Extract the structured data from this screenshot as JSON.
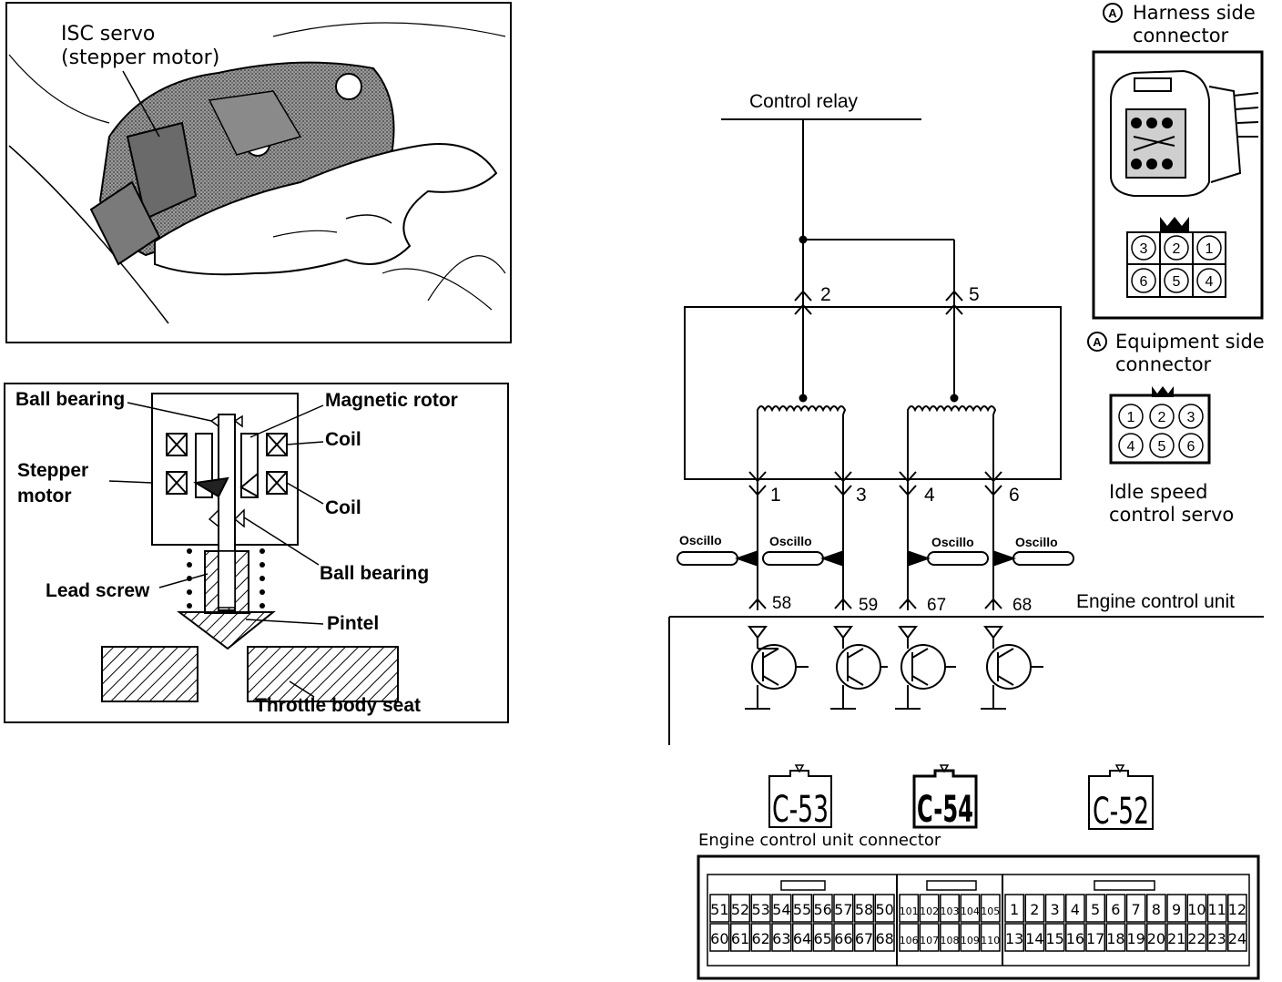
{
  "photo_panel": {
    "callout": "ISC servo",
    "callout_sub": "(stepper motor)"
  },
  "cutaway_panel": {
    "labels": {
      "ball_bearing_top": "Ball bearing",
      "magnetic_rotor": "Magnetic rotor",
      "coil_upper": "Coil",
      "stepper_motor_line1": "Stepper",
      "stepper_motor_line2": "motor",
      "coil_lower": "Coil",
      "ball_bearing_bottom": "Ball bearing",
      "lead_screw": "Lead screw",
      "pintel": "Pintel",
      "throttle_body_seat": "Throttle body seat"
    }
  },
  "wiring": {
    "control_relay": "Control relay",
    "servo_pins": [
      "2",
      "5",
      "1",
      "3",
      "4",
      "6"
    ],
    "oscillo": [
      "Oscillo",
      "Oscillo",
      "Oscillo",
      "Oscillo"
    ],
    "ecu_pins": [
      "58",
      "59",
      "67",
      "68"
    ],
    "engine_control_unit": "Engine control unit",
    "ecu_connectors": [
      "C-53",
      "C-54",
      "C-52"
    ],
    "ecu_connector_caption": "Engine control unit connector",
    "ecu_pin_blocks": [
      {
        "top": [
          "51",
          "52",
          "53",
          "54",
          "55",
          "56",
          "57",
          "58",
          "50"
        ],
        "bottom": [
          "60",
          "61",
          "62",
          "63",
          "64",
          "65",
          "66",
          "67",
          "68"
        ]
      },
      {
        "top": [
          "101",
          "102",
          "103",
          "104",
          "105"
        ],
        "bottom": [
          "106",
          "107",
          "108",
          "109",
          "110"
        ]
      },
      {
        "top": [
          "1",
          "2",
          "3",
          "4",
          "5",
          "6",
          "7",
          "8",
          "9",
          "10",
          "11",
          "12"
        ],
        "bottom": [
          "13",
          "14",
          "15",
          "16",
          "17",
          "18",
          "19",
          "20",
          "21",
          "22",
          "23",
          "24"
        ]
      }
    ]
  },
  "connectors": {
    "marker": "A",
    "harness_title_line1": "Harness side",
    "harness_title_line2": "connector",
    "harness_pins_top": [
      "3",
      "2",
      "1"
    ],
    "harness_pins_bottom": [
      "6",
      "5",
      "4"
    ],
    "equipment_title_line1": "Equipment side",
    "equipment_title_line2": "connector",
    "equipment_pins_top": [
      "1",
      "2",
      "3"
    ],
    "equipment_pins_bottom": [
      "4",
      "5",
      "6"
    ],
    "servo_caption_line1": "Idle speed",
    "servo_caption_line2": "control servo"
  }
}
